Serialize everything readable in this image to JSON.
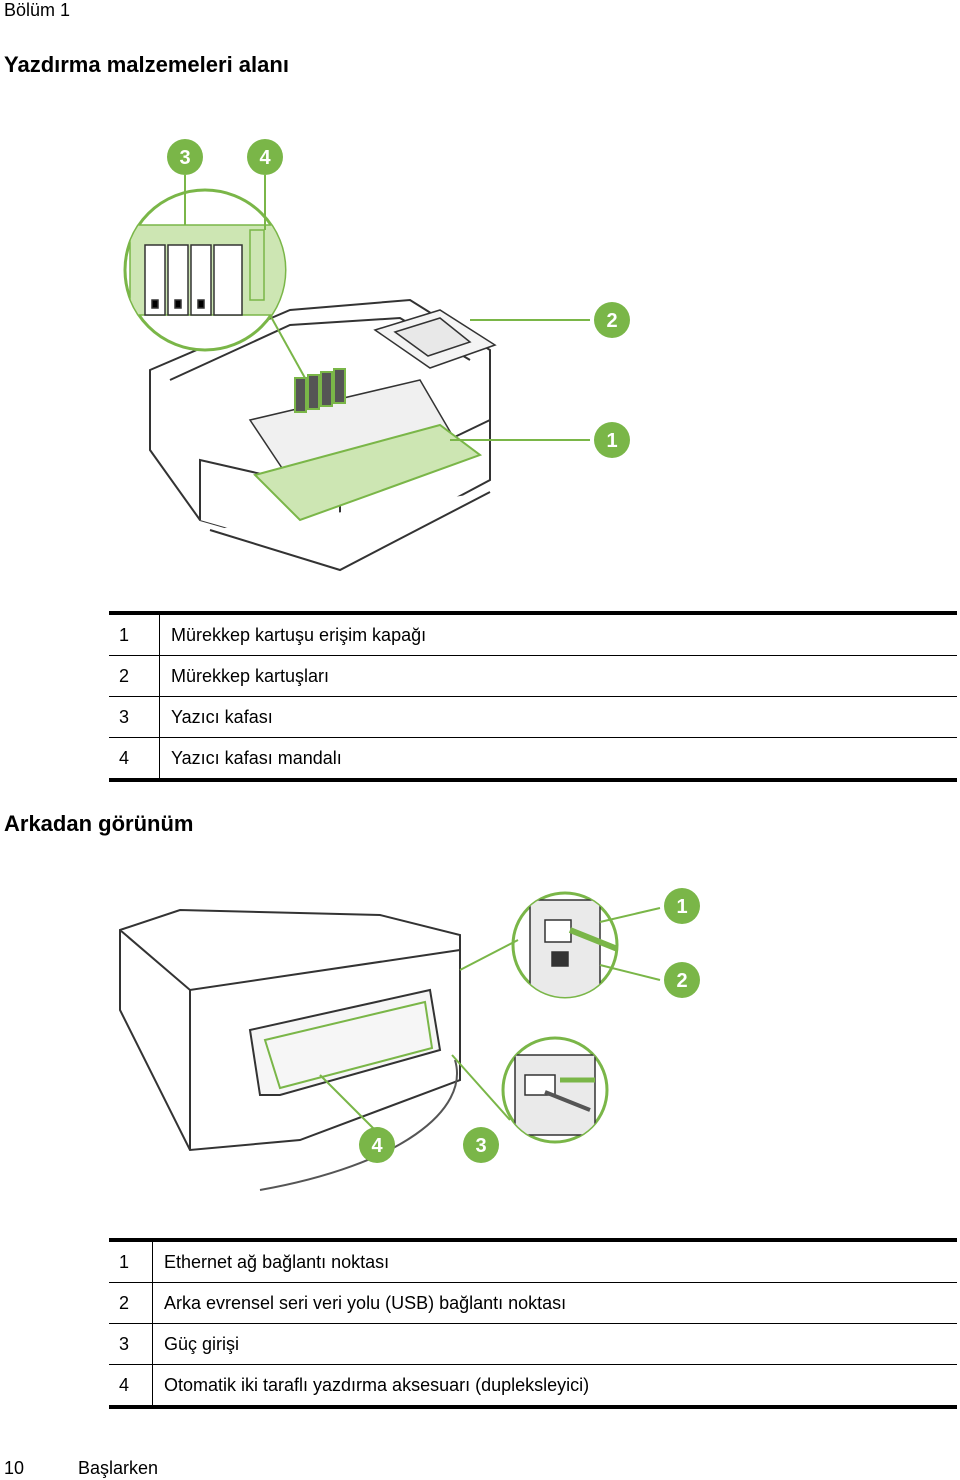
{
  "header": {
    "chapter": "Bölüm 1"
  },
  "section_supplies": {
    "title": "Yazdırma malzemeleri alanı",
    "callouts": [
      "1",
      "2",
      "3",
      "4"
    ],
    "legend": [
      {
        "num": "1",
        "text": "Mürekkep kartuşu erişim kapağı"
      },
      {
        "num": "2",
        "text": "Mürekkep kartuşları"
      },
      {
        "num": "3",
        "text": "Yazıcı kafası"
      },
      {
        "num": "4",
        "text": "Yazıcı kafası mandalı"
      }
    ]
  },
  "section_back": {
    "title": "Arkadan görünüm",
    "callouts": [
      "1",
      "2",
      "3",
      "4"
    ],
    "legend": [
      {
        "num": "1",
        "text": "Ethernet ağ bağlantı noktası"
      },
      {
        "num": "2",
        "text": "Arka evrensel seri veri yolu (USB) bağlantı noktası"
      },
      {
        "num": "3",
        "text": "Güç girişi"
      },
      {
        "num": "4",
        "text": "Otomatik iki taraflı yazdırma aksesuarı (dupleksleyici)"
      }
    ]
  },
  "footer": {
    "page_number": "10",
    "title": "Başlarken"
  },
  "colors": {
    "accent": "#7ab648",
    "highlight": "#cde6b3",
    "line": "#333333"
  }
}
